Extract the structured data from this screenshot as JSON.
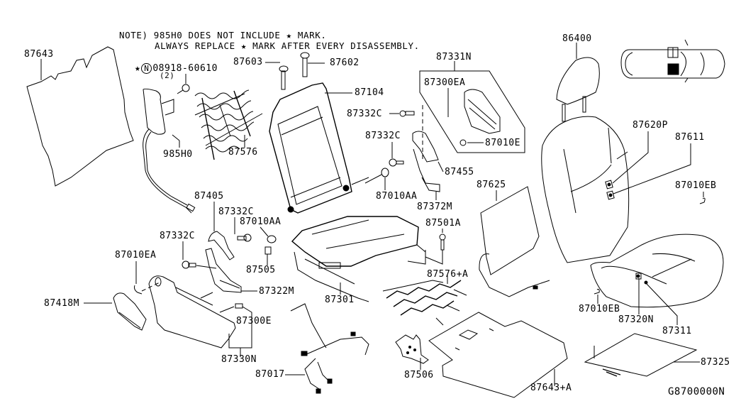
{
  "diagram": {
    "title": "Front Seat Parts Diagram",
    "diagram_code": "G8700000N",
    "notes": {
      "line1": "NOTE) 985H0 DOES NOT INCLUDE ★ MARK.",
      "line2": "ALWAYS REPLACE ★ MARK AFTER EVERY DISASSEMBLY."
    },
    "special_part": {
      "star": "★",
      "circle_n": "N",
      "part_number": "08918-60610",
      "quantity": "(2)"
    },
    "colors": {
      "line": "#000000",
      "background": "#ffffff"
    },
    "parts": [
      {
        "id": "87643",
        "label": "87643"
      },
      {
        "id": "985H0",
        "label": "985H0"
      },
      {
        "id": "87576",
        "label": "87576"
      },
      {
        "id": "87603",
        "label": "87603"
      },
      {
        "id": "87602",
        "label": "87602"
      },
      {
        "id": "87104",
        "label": "87104"
      },
      {
        "id": "87331N",
        "label": "87331N"
      },
      {
        "id": "87300EA",
        "label": "87300EA"
      },
      {
        "id": "87010E",
        "label": "87010E"
      },
      {
        "id": "87332C_a",
        "label": "87332C"
      },
      {
        "id": "87332C_b",
        "label": "87332C"
      },
      {
        "id": "87455",
        "label": "87455"
      },
      {
        "id": "87010AA_a",
        "label": "87010AA"
      },
      {
        "id": "87372M",
        "label": "87372M"
      },
      {
        "id": "86400",
        "label": "86400"
      },
      {
        "id": "87620P",
        "label": "87620P"
      },
      {
        "id": "87611",
        "label": "87611"
      },
      {
        "id": "87010EB_a",
        "label": "87010EB"
      },
      {
        "id": "87625",
        "label": "87625"
      },
      {
        "id": "87405",
        "label": "87405"
      },
      {
        "id": "87332C_c",
        "label": "87332C"
      },
      {
        "id": "87010AA_b",
        "label": "87010AA"
      },
      {
        "id": "87332C_d",
        "label": "87332C"
      },
      {
        "id": "87010EA",
        "label": "87010EA"
      },
      {
        "id": "87505",
        "label": "87505"
      },
      {
        "id": "87501A",
        "label": "87501A"
      },
      {
        "id": "87322M",
        "label": "87322M"
      },
      {
        "id": "87418M",
        "label": "87418M"
      },
      {
        "id": "87300E",
        "label": "87300E"
      },
      {
        "id": "87330N",
        "label": "87330N"
      },
      {
        "id": "87301",
        "label": "87301"
      },
      {
        "id": "87576A",
        "label": "87576+A"
      },
      {
        "id": "87010EB_b",
        "label": "87010EB"
      },
      {
        "id": "87320N",
        "label": "87320N"
      },
      {
        "id": "87311",
        "label": "87311"
      },
      {
        "id": "87017",
        "label": "87017"
      },
      {
        "id": "87506",
        "label": "87506"
      },
      {
        "id": "87643A",
        "label": "87643+A"
      },
      {
        "id": "87325",
        "label": "87325"
      }
    ]
  }
}
